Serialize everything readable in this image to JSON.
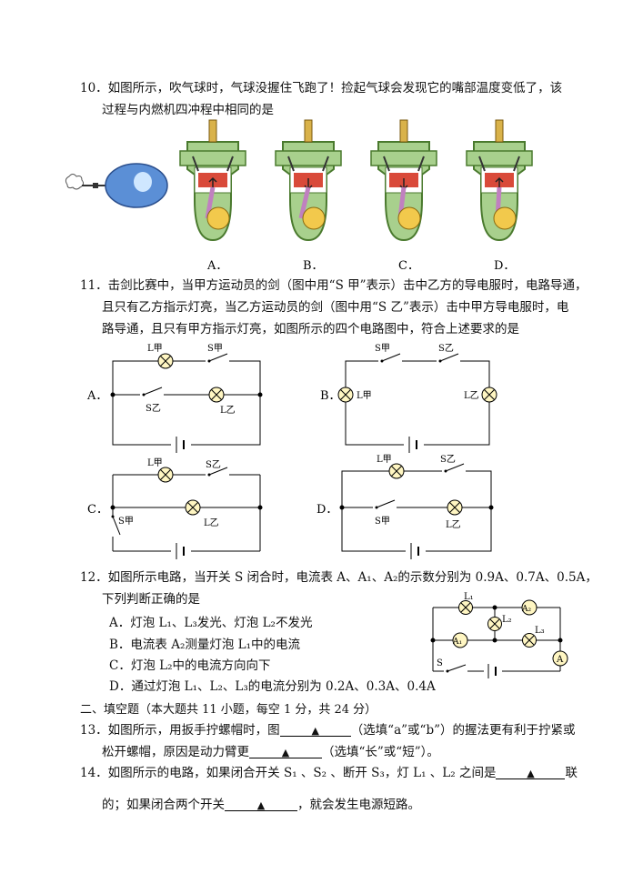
{
  "q10": {
    "line1": "10．如图所示，吹气球时，气球没握住飞跑了！捡起气球会发现它的嘴部温度变低了，该",
    "line2": "过程与内燃机四冲程中相同的是",
    "options": [
      "A．",
      "B．",
      "C．",
      "D．"
    ]
  },
  "q11": {
    "line1": "11．击剑比赛中，当甲方运动员的剑（图中用“S 甲”表示）击中乙方的导电服时，电路导通，",
    "line2": "且只有乙方指示灯亮，当乙方运动员的剑（图中用“S 乙”表示）击中甲方导电服时，电",
    "line3": "路导通，且只有甲方指示灯亮，如图所示的四个电路图中，符合上述要求的是",
    "options": [
      "A．",
      "B．",
      "C．",
      "D．"
    ],
    "labels": {
      "l_jia": "L甲",
      "l_yi": "L乙",
      "s_jia": "S甲",
      "s_yi": "S乙"
    }
  },
  "q12": {
    "line1": "12．如图所示电路，当开关 S 闭合时，电流表 A、A₁、A₂的示数分别为 0.9A、0.7A、0.5A，",
    "line2": "下列判断正确的是",
    "optA": "A．灯泡 L₁、L₃发光、灯泡 L₂不发光",
    "optB": "B．电流表 A₂测量灯泡 L₁中的电流",
    "optC": "C．灯泡 L₂中的电流方向向下",
    "optD": "D．通过灯泡 L₁、L₂、L₃的电流分别为 0.2A、0.3A、0.4A",
    "labels": {
      "l1": "L₁",
      "l2": "L₂",
      "l3": "L₃",
      "a": "A",
      "a1": "A₁",
      "a2": "A₂",
      "s": "S"
    }
  },
  "section2": "二、填空题（本大题共 11 小题，每空 1 分，共 24 分）",
  "q13": {
    "line1_pre": "13．如图所示，用扳手拧螺帽时，图",
    "line1_post": "（选填“a”或“b”）的握法更有利于拧紧或",
    "line2_pre": "松开螺帽，原因是动力臂更",
    "line2_post": "（选填“长”或“短”）。"
  },
  "q14": {
    "line1_pre": "14．如图所示的电路，如果闭合开关 S₁ 、S₂ 、断开 S₃，灯 L₁ 、L₂ 之间是",
    "line1_post": "联",
    "line2_pre": "的；如果闭合两个开关",
    "line2_post": "，就会发生电源短路。"
  },
  "blank_mark": "▲"
}
